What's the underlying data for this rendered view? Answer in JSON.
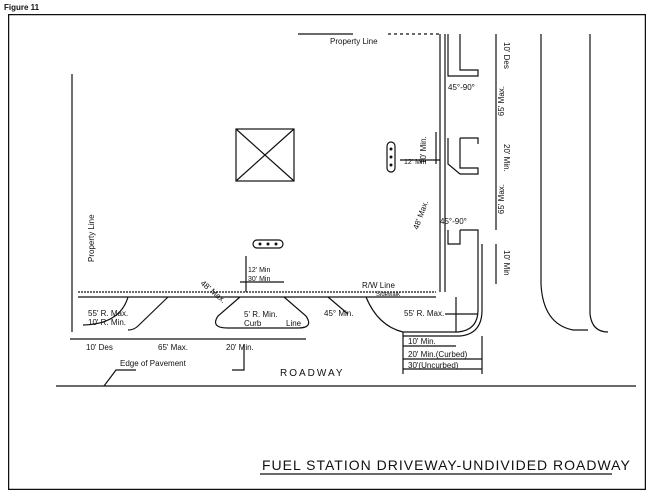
{
  "figure_label": "Figure 11",
  "title": "FUEL STATION DRIVEWAY-UNDIVIDED ROADWAY",
  "labels": {
    "property_line_top": "Property Line",
    "property_line_left": "Property Line",
    "rw_line": "R/W Line",
    "sidewalk": "Sidewalk",
    "edge_of_pavement": "Edge of Pavement",
    "roadway": "ROADWAY",
    "curb": "Curb",
    "line": "Line",
    "r55_max_left": "55' R. Max.",
    "r10_min_left": "10' R. Min.",
    "des10_left": "10' Des",
    "max65_bottom": "65' Max.",
    "r5_min": "5' R. Min.",
    "min20_bottom": "20' Min.",
    "min12_mid": "12' Min",
    "min30_mid": "30' Min",
    "max48_left": "48' Max.",
    "deg45_min": "45° Min.",
    "r55_max_right": "55' R. Max.",
    "min10_right": "10' Min.",
    "min20_curbed": "20' Min.(Curbed)",
    "uncurbed30": "30'(Uncurbed)",
    "des10_top": "10' Des",
    "deg45_90_top": "45°-90°",
    "max65_r1": "65' Max.",
    "min10_side": "10' Min.",
    "min12_side": "12' Min",
    "min20_r": "20' Min.",
    "max48_side": "48' Max.",
    "deg45_90_mid": "45°-90°",
    "max65_r2": "65' Max.",
    "min10_r": "10' Min"
  }
}
